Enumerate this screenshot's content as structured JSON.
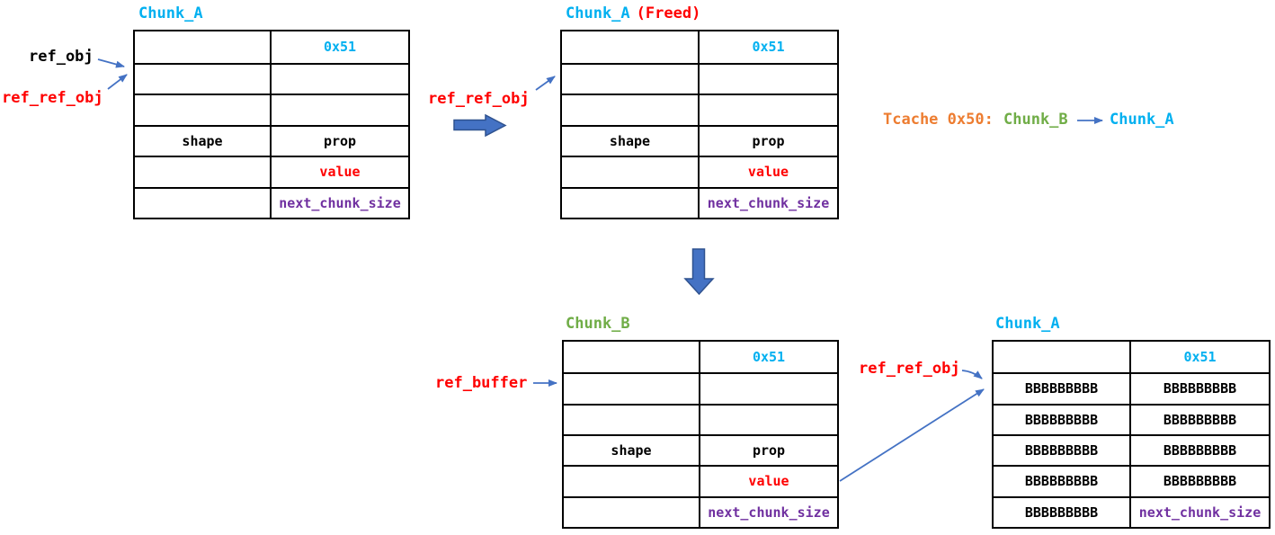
{
  "colors": {
    "cyan": "#00B0F0",
    "red": "#FF0000",
    "green": "#70AD47",
    "orange": "#ED7D31",
    "purple": "#7030A0",
    "black": "#000000",
    "arrow_blue": "#4472C4",
    "fat_arrow_fill": "#4472C4",
    "fat_arrow_border": "#2F528F",
    "table_border": "#000000"
  },
  "labels": {
    "ref_obj": "ref_obj",
    "ref_ref_obj": "ref_ref_obj",
    "ref_buffer": "ref_buffer"
  },
  "tcache": {
    "bin_label": "Tcache 0x50:",
    "first_chunk": "Chunk_B",
    "second_chunk": "Chunk_A"
  },
  "titles": {
    "chunk_a": "Chunk_A",
    "freed_suffix": "(Freed)",
    "chunk_b": "Chunk_B"
  },
  "icons": [
    "ref-obj-arrow-icon",
    "ref-ref-obj-arrow-icon",
    "ref-buffer-arrow-icon",
    "tcache-link-arrow-icon",
    "value-pointer-arrow-icon",
    "step-right-fat-arrow-icon",
    "step-down-fat-arrow-icon"
  ],
  "tables": [
    {
      "name": "chunk-a-initial",
      "rows": [
        [
          {
            "text": "",
            "color": "#000000"
          },
          {
            "text": "0x51",
            "color": "#00B0F0"
          }
        ],
        [
          {
            "text": "",
            "color": "#000000"
          },
          {
            "text": "",
            "color": "#000000"
          }
        ],
        [
          {
            "text": "",
            "color": "#000000"
          },
          {
            "text": "",
            "color": "#000000"
          }
        ],
        [
          {
            "text": "shape",
            "color": "#000000"
          },
          {
            "text": "prop",
            "color": "#000000"
          }
        ],
        [
          {
            "text": "",
            "color": "#000000"
          },
          {
            "text": "value",
            "color": "#FF0000"
          }
        ],
        [
          {
            "text": "",
            "color": "#000000"
          },
          {
            "text": "next_chunk_size",
            "color": "#7030A0"
          }
        ]
      ]
    },
    {
      "name": "chunk-a-freed",
      "rows": [
        [
          {
            "text": "",
            "color": "#000000"
          },
          {
            "text": "0x51",
            "color": "#00B0F0"
          }
        ],
        [
          {
            "text": "",
            "color": "#000000"
          },
          {
            "text": "",
            "color": "#000000"
          }
        ],
        [
          {
            "text": "",
            "color": "#000000"
          },
          {
            "text": "",
            "color": "#000000"
          }
        ],
        [
          {
            "text": "shape",
            "color": "#000000"
          },
          {
            "text": "prop",
            "color": "#000000"
          }
        ],
        [
          {
            "text": "",
            "color": "#000000"
          },
          {
            "text": "value",
            "color": "#FF0000"
          }
        ],
        [
          {
            "text": "",
            "color": "#000000"
          },
          {
            "text": "next_chunk_size",
            "color": "#7030A0"
          }
        ]
      ]
    },
    {
      "name": "chunk-b-allocated",
      "rows": [
        [
          {
            "text": "",
            "color": "#000000"
          },
          {
            "text": "0x51",
            "color": "#00B0F0"
          }
        ],
        [
          {
            "text": "",
            "color": "#000000"
          },
          {
            "text": "",
            "color": "#000000"
          }
        ],
        [
          {
            "text": "",
            "color": "#000000"
          },
          {
            "text": "",
            "color": "#000000"
          }
        ],
        [
          {
            "text": "shape",
            "color": "#000000"
          },
          {
            "text": "prop",
            "color": "#000000"
          }
        ],
        [
          {
            "text": "",
            "color": "#000000"
          },
          {
            "text": "value",
            "color": "#FF0000"
          }
        ],
        [
          {
            "text": "",
            "color": "#000000"
          },
          {
            "text": "next_chunk_size",
            "color": "#7030A0"
          }
        ]
      ]
    },
    {
      "name": "chunk-a-overwritten",
      "rows": [
        [
          {
            "text": "",
            "color": "#000000"
          },
          {
            "text": "0x51",
            "color": "#00B0F0"
          }
        ],
        [
          {
            "text": "BBBBBBBBB",
            "color": "#000000"
          },
          {
            "text": "BBBBBBBBB",
            "color": "#000000"
          }
        ],
        [
          {
            "text": "BBBBBBBBB",
            "color": "#000000"
          },
          {
            "text": "BBBBBBBBB",
            "color": "#000000"
          }
        ],
        [
          {
            "text": "BBBBBBBBB",
            "color": "#000000"
          },
          {
            "text": "BBBBBBBBB",
            "color": "#000000"
          }
        ],
        [
          {
            "text": "BBBBBBBBB",
            "color": "#000000"
          },
          {
            "text": "BBBBBBBBB",
            "color": "#000000"
          }
        ],
        [
          {
            "text": "BBBBBBBBB",
            "color": "#000000"
          },
          {
            "text": "next_chunk_size",
            "color": "#7030A0"
          }
        ]
      ]
    }
  ]
}
